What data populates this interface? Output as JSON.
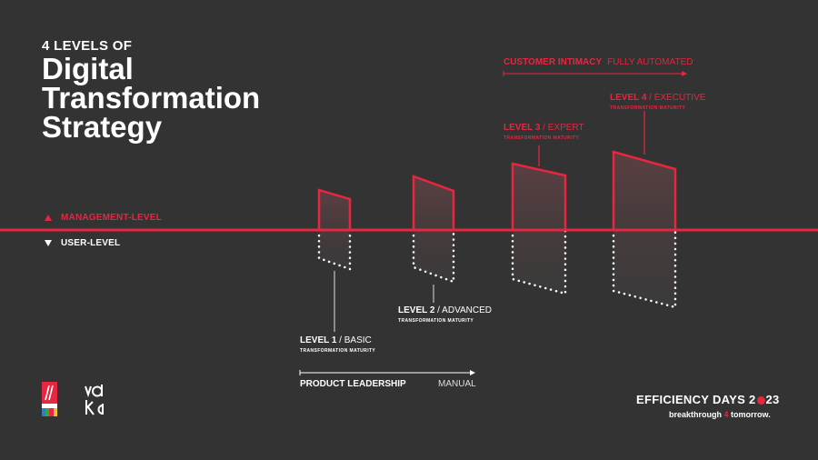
{
  "header": {
    "kicker": "4 LEVELS OF",
    "title_lines": [
      "Digital",
      "Transformation",
      "Strategy"
    ]
  },
  "zones": {
    "management": "MANAGEMENT-LEVEL",
    "user": "USER-LEVEL"
  },
  "levels": [
    {
      "number": "LEVEL 1",
      "name": " / BASIC",
      "sub": "TRANSFORMATION MATURITY"
    },
    {
      "number": "LEVEL 2",
      "name": " / ADVANCED",
      "sub": "TRANSFORMATION MATURITY"
    },
    {
      "number": "LEVEL 3",
      "name": " / EXPERT",
      "sub": "TRANSFORMATION MATURITY"
    },
    {
      "number": "LEVEL 4",
      "name": " / EXECUTIVE",
      "sub": "TRANSFORMATION MATURITY"
    }
  ],
  "axes": {
    "top_strong": "CUSTOMER INTIMACY",
    "top_light": "FULLY AUTOMATED",
    "bottom_strong": "PRODUCT LEADERSHIP",
    "bottom_light": "MANUAL"
  },
  "event": {
    "title_pre": "EFFICIENCY DAYS 2",
    "title_post": "23",
    "tag_pre": "breakthrough ",
    "tag_accent": "4",
    "tag_post": " tomorrow."
  },
  "logos": {
    "eplan": "ePLAN",
    "vdka": "vdka"
  },
  "colors": {
    "background": "#333333",
    "accent": "#e8263f",
    "text": "#ffffff"
  }
}
